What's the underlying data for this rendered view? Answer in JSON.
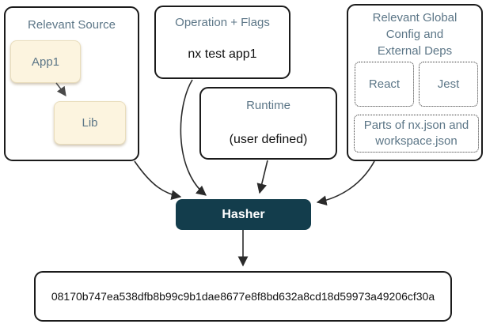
{
  "colors": {
    "node_fill": "#fcf4df",
    "title_text": "#5c7687",
    "hasher_bg": "#133d4c",
    "hasher_text": "#ffffff",
    "box_border": "#1b1b1b",
    "arrow": "#2a2a2a"
  },
  "source_group": {
    "title": "Relevant Source",
    "nodes": [
      {
        "label": "App1"
      },
      {
        "label": "Lib"
      }
    ]
  },
  "operation_group": {
    "title": "Operation + Flags",
    "command": "nx test app1"
  },
  "runtime_group": {
    "title": "Runtime",
    "value": "(user defined)"
  },
  "global_config_group": {
    "title_lines": [
      "Relevant Global",
      "Config and",
      "External Deps"
    ],
    "deps": [
      {
        "label": "React"
      },
      {
        "label": "Jest"
      }
    ],
    "config_note_lines": [
      "Parts of nx.json and",
      "workspace.json"
    ]
  },
  "hasher": {
    "label": "Hasher"
  },
  "hash_output": {
    "value": "08170b747ea538dfb8b99c9b1dae8677e8f8bd632a8cd18d59973a49206cf30a"
  }
}
